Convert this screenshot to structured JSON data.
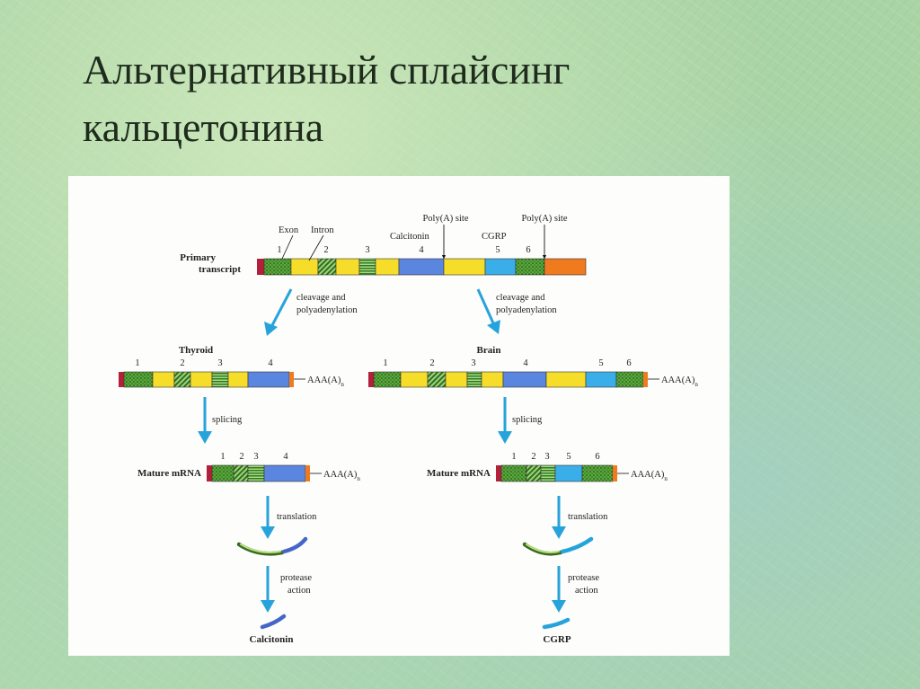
{
  "title": {
    "line1": "Альтернативный сплайсинг",
    "line2": "кальцетонина"
  },
  "colors": {
    "exon1": "#5aa83c",
    "exon2": "#3c8a2a",
    "exon3": "#5fb04a",
    "exon4": "#5b86e0",
    "exon5": "#3aaee8",
    "exon6": "#5aa83c",
    "intron": "#f5dd2a",
    "tail": "#f07a1e",
    "cap": "#b3203a",
    "arrow": "#27a3dc"
  },
  "diagram": {
    "primary_label_1": "Primary",
    "primary_label_2": "transcript",
    "exon_label": "Exon",
    "intron_label": "Intron",
    "polyA_site_1": "Poly(A) site",
    "polyA_site_2": "Poly(A) site",
    "calcitonin_label": "Calcitonin",
    "cgrp_label": "CGRP",
    "exon_numbers": [
      "1",
      "2",
      "3",
      "4",
      "5",
      "6"
    ],
    "cleavage_left_1": "cleavage and",
    "cleavage_left_2": "polyadenylation",
    "cleavage_right_1": "cleavage and",
    "cleavage_right_2": "polyadenylation",
    "thyroid": "Thyroid",
    "brain": "Brain",
    "polyA_tail": "AAA(A)",
    "polyA_sub": "n",
    "splicing": "splicing",
    "mature_mrna": "Mature mRNA",
    "translation": "translation",
    "protease_1": "protease",
    "protease_2": "action",
    "product_left": "Calcitonin",
    "product_right": "CGRP"
  }
}
